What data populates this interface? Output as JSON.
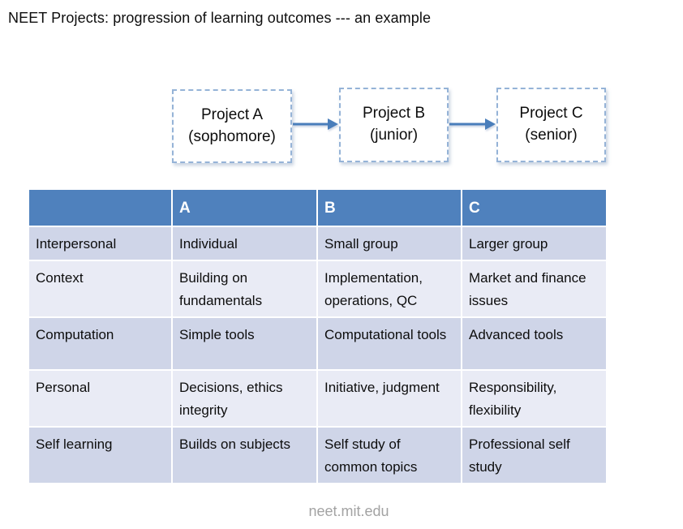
{
  "page": {
    "title": "NEET Projects: progression of learning outcomes --- an example",
    "footer": "neet.mit.edu"
  },
  "diagram": {
    "boxes": [
      {
        "line1": "Project A",
        "line2": "(sophomore)"
      },
      {
        "line1": "Project B",
        "line2": "(junior)"
      },
      {
        "line1": "Project C",
        "line2": "(senior)"
      }
    ],
    "colors": {
      "box_border": "#95b3d7",
      "arrow": "#4a7ebb"
    }
  },
  "table": {
    "header": [
      "",
      "A",
      "B",
      "C"
    ],
    "rows": [
      {
        "label": "Interpersonal",
        "cells": [
          "Individual",
          "Small group",
          "Larger group"
        ]
      },
      {
        "label": "Context",
        "cells": [
          "Building on fundamentals",
          "Implementation, operations, QC",
          "Market and finance issues"
        ]
      },
      {
        "label": "Computation",
        "cells": [
          "Simple tools",
          "Computational tools",
          "Advanced tools"
        ]
      },
      {
        "label": "Personal",
        "cells": [
          "Decisions, ethics integrity",
          "Initiative, judgment",
          "Responsibility, flexibility"
        ]
      },
      {
        "label": "Self learning",
        "cells": [
          "Builds on subjects",
          "Self study of common topics",
          "Professional self study"
        ]
      }
    ],
    "colors": {
      "header_bg": "#4f81bd",
      "header_text": "#ffffff",
      "band_dark": "#cfd5e8",
      "band_light": "#e9ebf5"
    }
  }
}
